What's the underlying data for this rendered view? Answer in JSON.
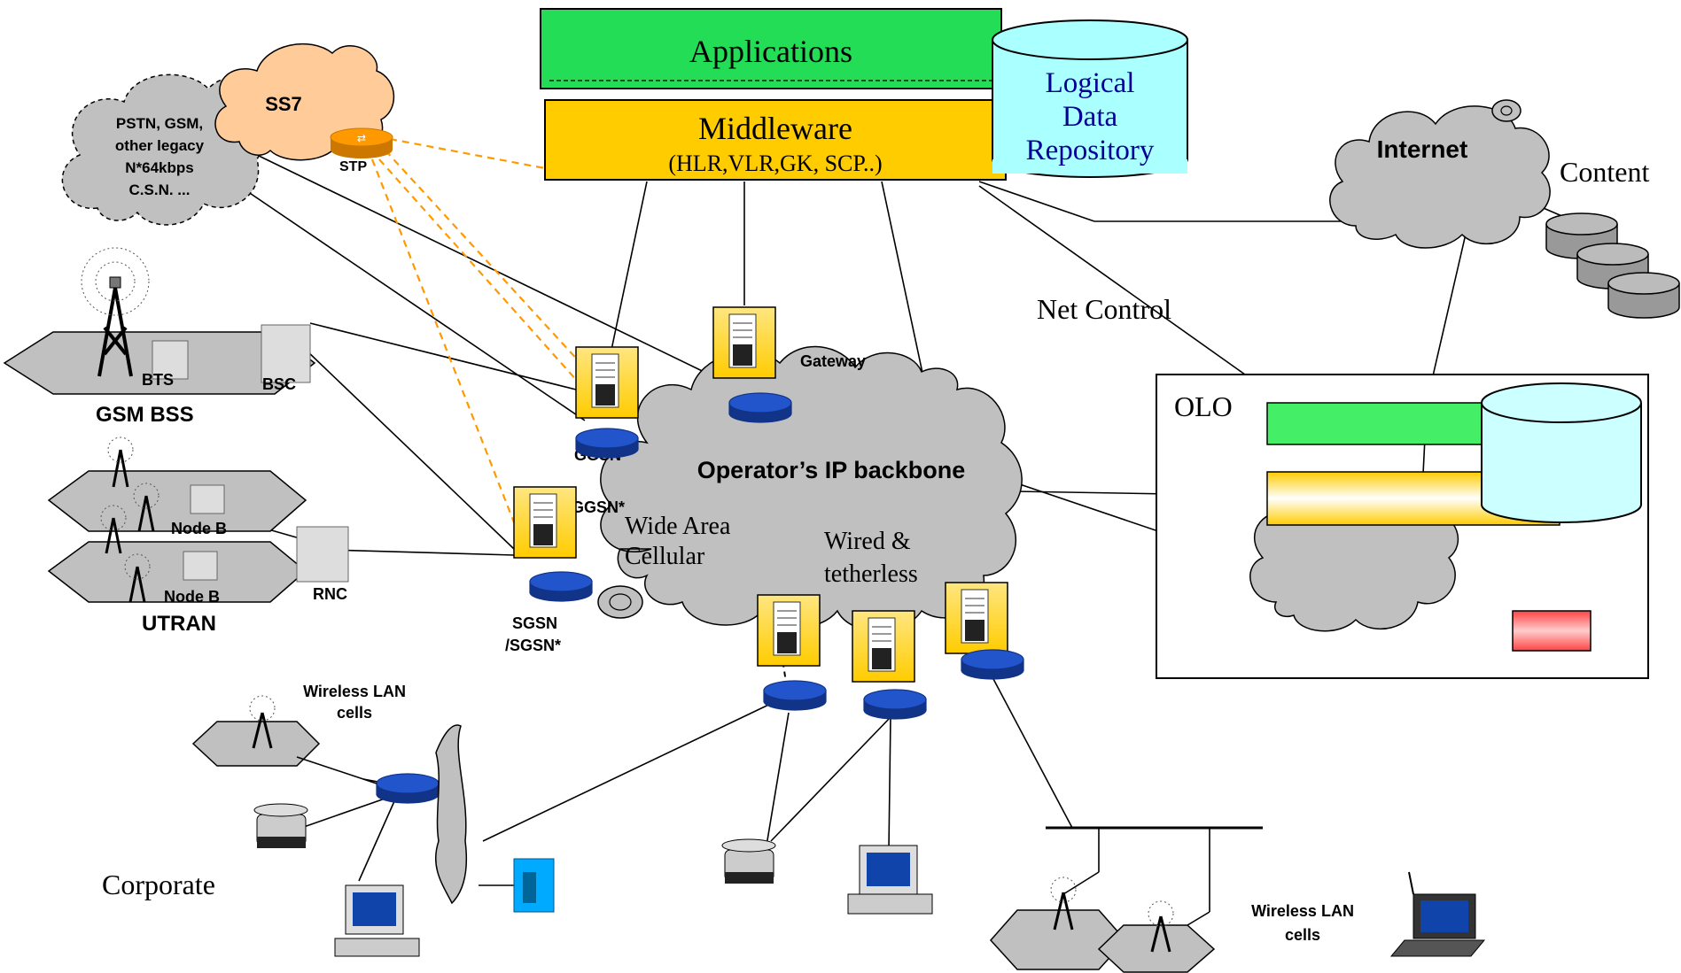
{
  "top": {
    "applications": "Applications",
    "middleware": "Middleware",
    "middleware_sub": "(HLR,VLR,GK, SCP..)",
    "repo": [
      "Logical",
      "Data",
      "Repository"
    ]
  },
  "clouds": {
    "ss7": "SS7",
    "stp": "STP",
    "legacy": [
      "PSTN, GSM,",
      "other legacy",
      "N*64kbps",
      "C.S.N. ..."
    ],
    "internet": "Internet",
    "content": "Content",
    "backbone": "Operator’s IP backbone",
    "wide_area": [
      "Wide Area",
      "Cellular"
    ],
    "wired": [
      "Wired &",
      "tetherless"
    ]
  },
  "labels": {
    "net_control": "Net Control",
    "olo": "OLO",
    "gateway": "Gateway",
    "ggsn": [
      "GGSN",
      "/GGSN*"
    ],
    "sgsn": [
      "SGSN",
      "/SGSN*"
    ],
    "bts": "BTS",
    "bsc": "BSC",
    "gsm_bss": "GSM BSS",
    "node_b_1": "Node B",
    "node_b_2": "Node B",
    "rnc": "RNC",
    "utran": "UTRAN",
    "wlan_left": [
      "Wireless LAN",
      "cells"
    ],
    "wlan_right": [
      "Wireless LAN",
      "cells"
    ],
    "corporate": "Corporate"
  },
  "colors": {
    "applications": "#22dd55",
    "middleware": "#ffcc00",
    "repo": "#aaffff",
    "cloud": "#c0c0c0",
    "ss7": "#ffcc99",
    "router": "#2255cc",
    "stp_router": "#ff9900",
    "dashed_orange": "#ff9900",
    "olo_red": "#ff6666",
    "repo_text": "#000099"
  }
}
